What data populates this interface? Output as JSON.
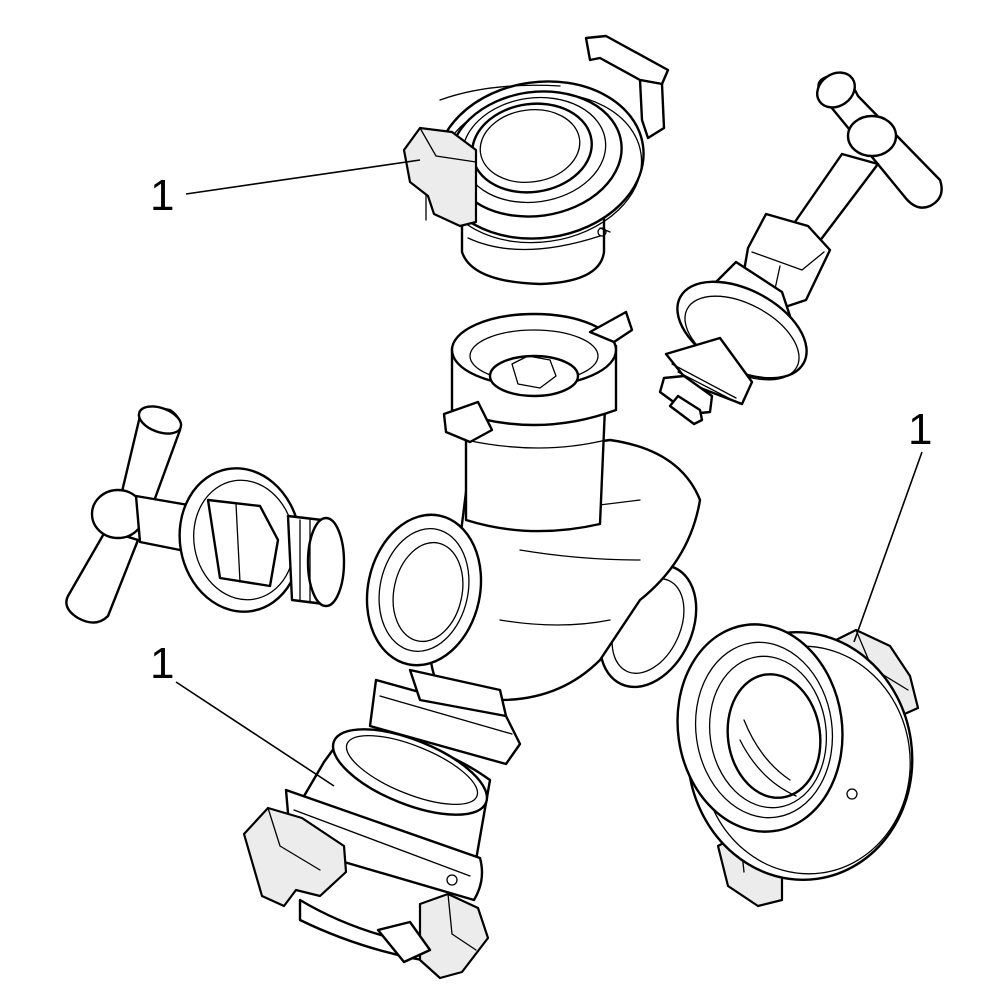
{
  "callouts": [
    {
      "id": "coupling-top",
      "label": "1"
    },
    {
      "id": "coupling-right",
      "label": "1"
    },
    {
      "id": "coupling-bottom-left",
      "label": "1"
    }
  ],
  "parts": [
    {
      "id": "storz-coupling-top",
      "icon": "storz-coupling-icon"
    },
    {
      "id": "t-handle-valve-top-right",
      "icon": "t-handle-valve-icon"
    },
    {
      "id": "valve-body-center",
      "icon": "valve-body-icon"
    },
    {
      "id": "t-handle-valve-left",
      "icon": "t-handle-valve-icon"
    },
    {
      "id": "storz-coupling-right",
      "icon": "storz-coupling-icon"
    },
    {
      "id": "storz-coupling-bottom-left",
      "icon": "storz-coupling-icon"
    }
  ]
}
